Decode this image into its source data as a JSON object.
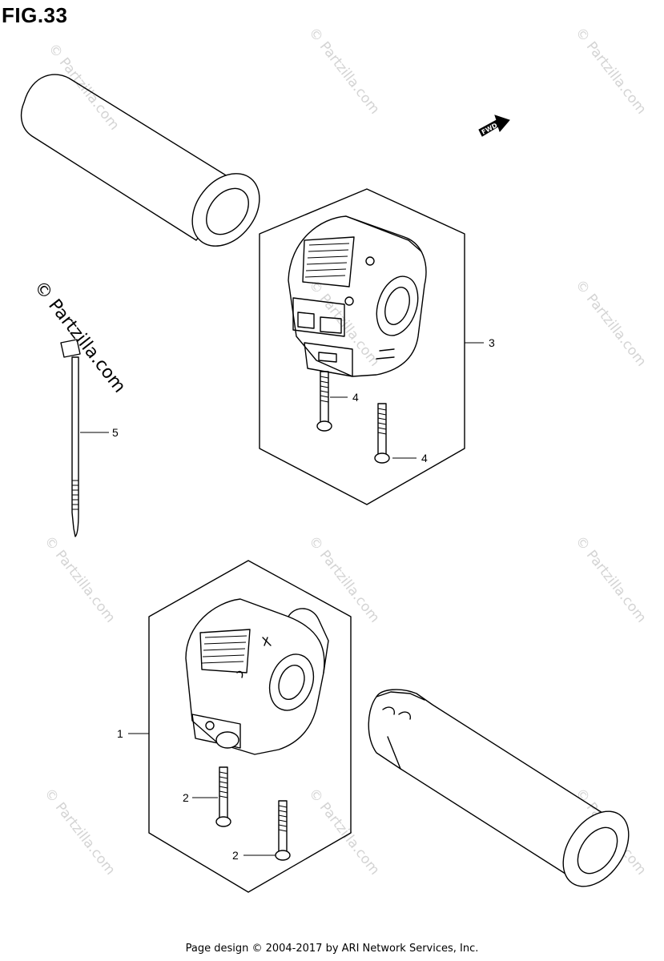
{
  "figure": {
    "title": "FIG.33"
  },
  "callouts": [
    {
      "id": "1",
      "label": "1"
    },
    {
      "id": "2a",
      "label": "2"
    },
    {
      "id": "2b",
      "label": "2"
    },
    {
      "id": "3",
      "label": "3"
    },
    {
      "id": "4a",
      "label": "4"
    },
    {
      "id": "4b",
      "label": "4"
    },
    {
      "id": "5",
      "label": "5"
    }
  ],
  "fwd_arrow": {
    "label": "FWD"
  },
  "watermark": {
    "text": "© Partzilla.com",
    "large_text": "© Partzilla.com"
  },
  "footer": {
    "text": "Page design © 2004-2017 by ARI Network Services, Inc."
  }
}
